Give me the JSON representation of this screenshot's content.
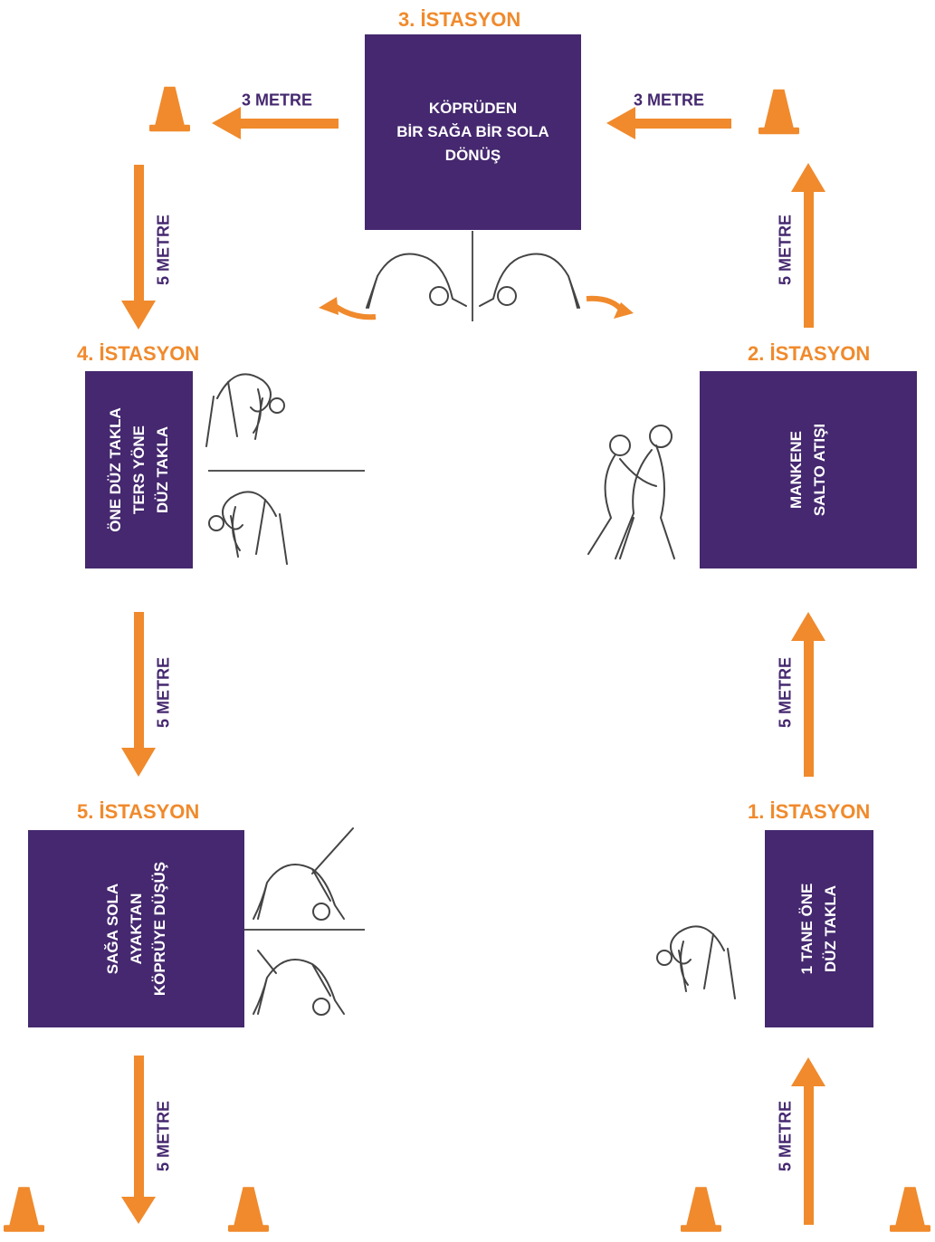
{
  "colors": {
    "purple": "#45286f",
    "orange": "#f08a2c",
    "line": "#555555"
  },
  "stations": [
    {
      "title": "1. İSTASYON",
      "lines": [
        "1 TANE ÖNE",
        "DÜZ TAKLA"
      ]
    },
    {
      "title": "2. İSTASYON",
      "lines": [
        "MANKENE",
        "SALTO ATIŞI"
      ]
    },
    {
      "title": "3. İSTASYON",
      "lines": [
        "KÖPRÜDEN",
        "BİR SAĞA BİR SOLA",
        "DÖNÜŞ"
      ]
    },
    {
      "title": "4. İSTASYON",
      "lines": [
        "ÖNE DÜZ TAKLA",
        "TERS YÖNE",
        "DÜZ TAKLA"
      ]
    },
    {
      "title": "5. İSTASYON",
      "lines": [
        "SAĞA SOLA",
        "AYAKTAN",
        "KÖPRÜYE DÜŞÜŞ"
      ]
    }
  ],
  "distances": {
    "d_3m_left": "3 METRE",
    "d_3m_right": "3 METRE",
    "d_5m_left_top": "5 METRE",
    "d_5m_left_mid": "5 METRE",
    "d_5m_left_bottom": "5 METRE",
    "d_5m_right_top": "5 METRE",
    "d_5m_right_mid": "5 METRE",
    "d_5m_right_bottom": "5 METRE"
  },
  "icons": [
    "cone-icon",
    "gymnast-figure-icon",
    "wrestlers-figure-icon",
    "turn-arrow-icon"
  ]
}
